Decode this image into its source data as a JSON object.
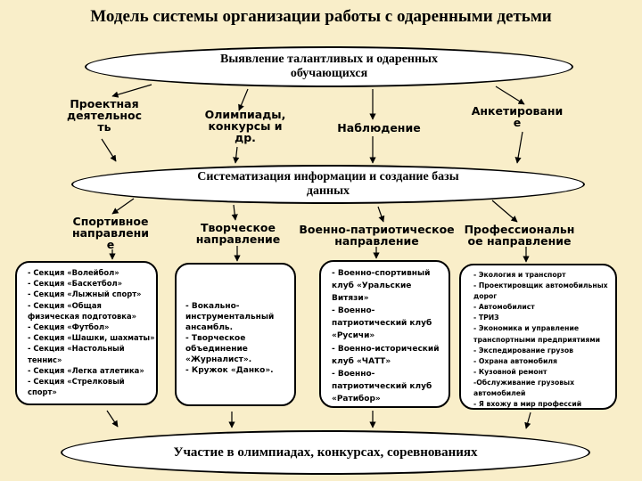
{
  "title": "Модель  системы организации работы с одаренными детьми",
  "top_ellipse": {
    "line1": "Выявление  талантливых и одаренных",
    "line2": "обучающихся"
  },
  "methods": [
    {
      "line1": "Проектная",
      "line2": "деятельнос",
      "line3": "ть"
    },
    {
      "line1": "Олимпиады,",
      "line2": "конкурсы и",
      "line3": "др."
    },
    {
      "line1": "Наблюдение"
    },
    {
      "line1": "Анкетировани",
      "line2": "е"
    }
  ],
  "middle_ellipse": {
    "line1": "Систематизация  информации и создание базы",
    "line2": "данных"
  },
  "directions": [
    {
      "line1": "Спортивное",
      "line2": "направлени",
      "line3": "е"
    },
    {
      "line1": "Творческое",
      "line2": "направление"
    },
    {
      "line1": "Военно-патриотическое",
      "line2": "направление"
    },
    {
      "line1": "Профессиональн",
      "line2": "ое направление"
    }
  ],
  "boxes": [
    {
      "items": [
        "- Секция «Волейбол»",
        "- Секция «Баскетбол»",
        "- Секция «Лыжный спорт»",
        "- Секция «Общая",
        "физическая подготовка»",
        "- Секция «Футбол»",
        "- Секция «Шашки, шахматы»",
        "- Секция «Настольный",
        "теннис»",
        "- Секция «Легка атлетика»",
        "- Секция «Стрелковый",
        "спорт»"
      ]
    },
    {
      "items": [
        " - Вокально-",
        "инструментальный",
        "ансамбль.",
        " -  Творческое",
        "объединение",
        "«Журналист».",
        " -  Кружок «Данко»."
      ]
    },
    {
      "items": [
        "- Военно-спортивный",
        "клуб «Уральские",
        "Витязи»",
        "- Военно-",
        "патриотический клуб",
        "«Русичи»",
        "- Военно-исторический",
        "клуб «ЧАТТ»",
        "- Военно-",
        "патриотический клуб",
        "«Ратибор»"
      ]
    },
    {
      "items": [
        " - Экология и транспорт",
        " - Проектировщик автомобильных",
        " дорог",
        " - Автомобилист",
        " - ТРИЗ",
        " - Экономика и управление",
        " транспортными предприятиями",
        " - Экспедирование грузов",
        " - Охрана автомобиля",
        " - Кузовной ремонт",
        "-Обслуживание грузовых",
        " автомобилей",
        "- Я вхожу в мир профессий"
      ]
    }
  ],
  "bottom_ellipse": "Участие в олимпиадах,  конкурсах,  соревнованиях"
}
